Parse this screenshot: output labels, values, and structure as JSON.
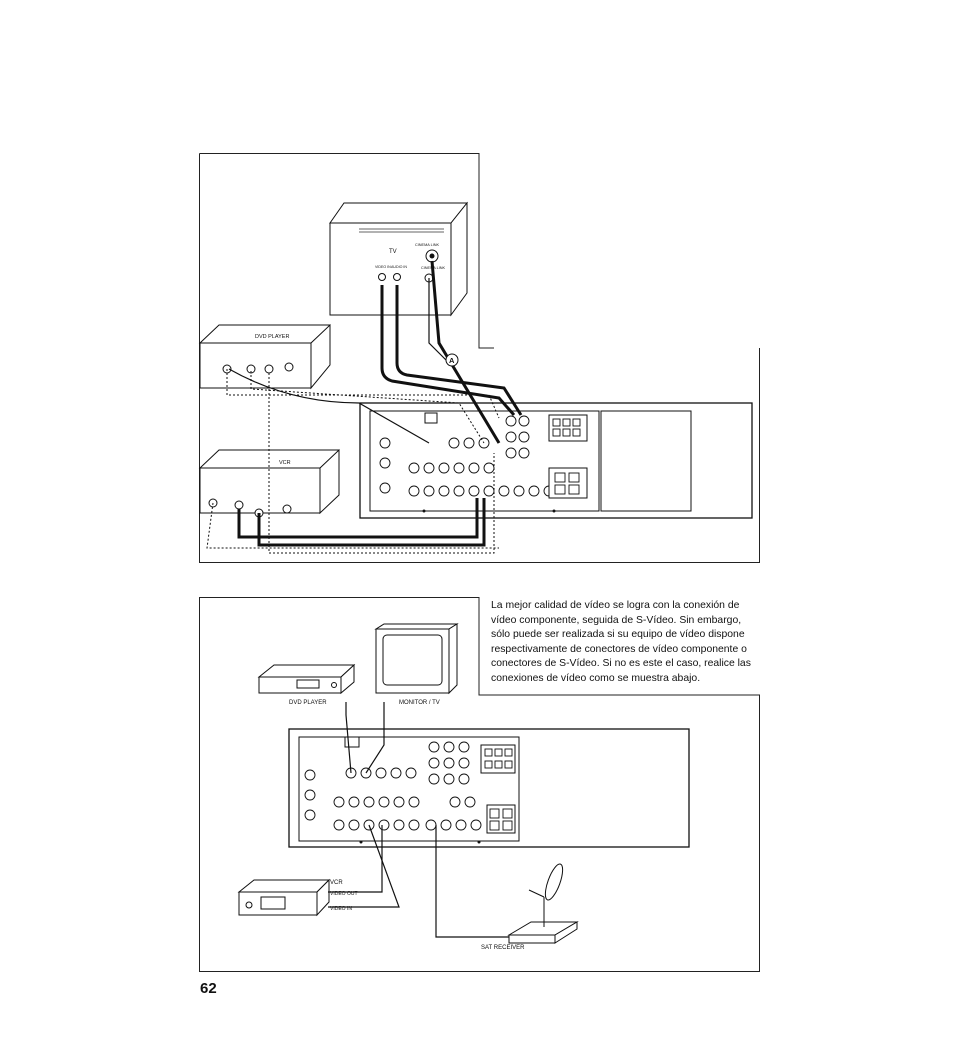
{
  "top_figure": {
    "tv_label": "TV",
    "tv_jack_label": "CINEMA LINK",
    "tv_video_in": "VIDEO IN",
    "tv_audio_in": "AUDIO IN",
    "dvd_label": "DVD PLAYER",
    "vcr_label": "VCR",
    "callout": "A"
  },
  "bottom_figure": {
    "dvd_label": "DVD PLAYER",
    "monitor_label": "MONITOR / TV",
    "vcr_label": "VCR",
    "vcr_video_out": "VIDEO OUT",
    "vcr_video_in": "VIDEO IN",
    "sat_label": "SAT RECEIVER"
  },
  "description": "La mejor calidad de vídeo se logra con la conexión de vídeo componente, seguida de S-Vídeo. Sin embargo, sólo puede ser realizada si su equipo de vídeo dispone respectivamente de conectores de vídeo componente o conectores de S-Vídeo. Si no es este el caso, realice las conexiones de vídeo como se muestra abajo.",
  "page_number": "62"
}
